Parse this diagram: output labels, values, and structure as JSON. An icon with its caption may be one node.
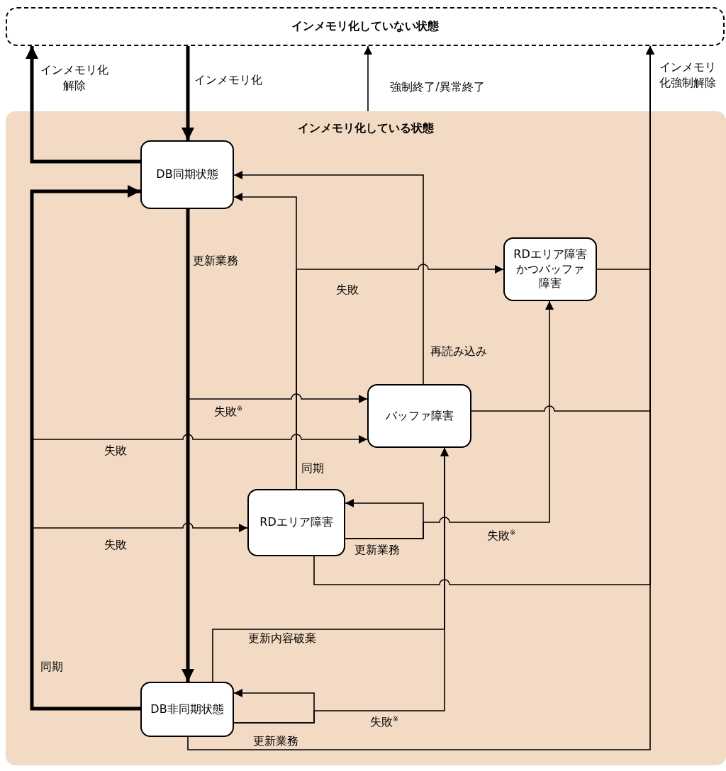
{
  "diagram": {
    "nodes": [
      {
        "text": [
          "インメモリ化していない状態"
        ]
      },
      {
        "text": [
          "インメモリ化している状態"
        ]
      },
      {
        "text": [
          "DB同期状態"
        ],
        "in": 1
      },
      {
        "text": [
          "RDエリア障害かつバッファ障害"
        ],
        "in": 1
      },
      {
        "text": [
          "バッファ障害"
        ],
        "in": 1
      },
      {
        "text": [
          "RDエリア障害"
        ],
        "in": 1
      },
      {
        "text": [
          "DB非同期状態"
        ],
        "in": 1
      }
    ],
    "edges": [
      {
        "from": 2,
        "to": 0,
        "arrow": "to",
        "style": "thick",
        "label": "インメモリ化解除"
      },
      {
        "from": 0,
        "to": 2,
        "arrow": "to",
        "style": "thick",
        "label": "インメモリ化"
      },
      {
        "from": 1,
        "to": 0,
        "arrow": "to",
        "label": "強制終了/異常終了"
      },
      {
        "from": 3,
        "to": 0,
        "arrow": "to",
        "label": "インメモリ化強制解除"
      },
      {
        "from": 4,
        "to": 0,
        "arrow": "to"
      },
      {
        "from": 5,
        "to": 0,
        "arrow": "to"
      },
      {
        "from": 6,
        "to": 0,
        "arrow": "to"
      },
      {
        "from": 2,
        "to": 6,
        "arrow": "to",
        "style": "thick",
        "label": "更新業務"
      },
      {
        "from": 6,
        "to": 2,
        "arrow": "to",
        "style": "thick",
        "label": "同期"
      },
      {
        "from": 4,
        "to": 2,
        "arrow": "to",
        "label": "再読み込み"
      },
      {
        "from": 5,
        "to": 2,
        "arrow": "to",
        "label": "同期"
      },
      {
        "from": 5,
        "to": 3,
        "arrow": "to",
        "label": "失敗"
      },
      {
        "from": 2,
        "to": 4,
        "arrow": "to",
        "label": "失敗$^{※}$"
      },
      {
        "from": 6,
        "to": 4,
        "arrow": "to",
        "label": "失敗"
      },
      {
        "from": 6,
        "to": 5,
        "arrow": "to",
        "label": "失敗"
      },
      {
        "from": 5,
        "to": 5,
        "arrow": "to",
        "label": "更新業務"
      },
      {
        "from": 5,
        "to": 3,
        "arrow": "to",
        "label": "失敗$^{※}$"
      },
      {
        "from": 6,
        "to": 6,
        "arrow": "to",
        "label": "更新業務"
      },
      {
        "from": 6,
        "to": 4,
        "arrow": "to",
        "label": "失敗$^{※}$"
      },
      {
        "from": 6,
        "to": 4,
        "arrow": "to",
        "label": "更新内容破棄"
      }
    ]
  }
}
